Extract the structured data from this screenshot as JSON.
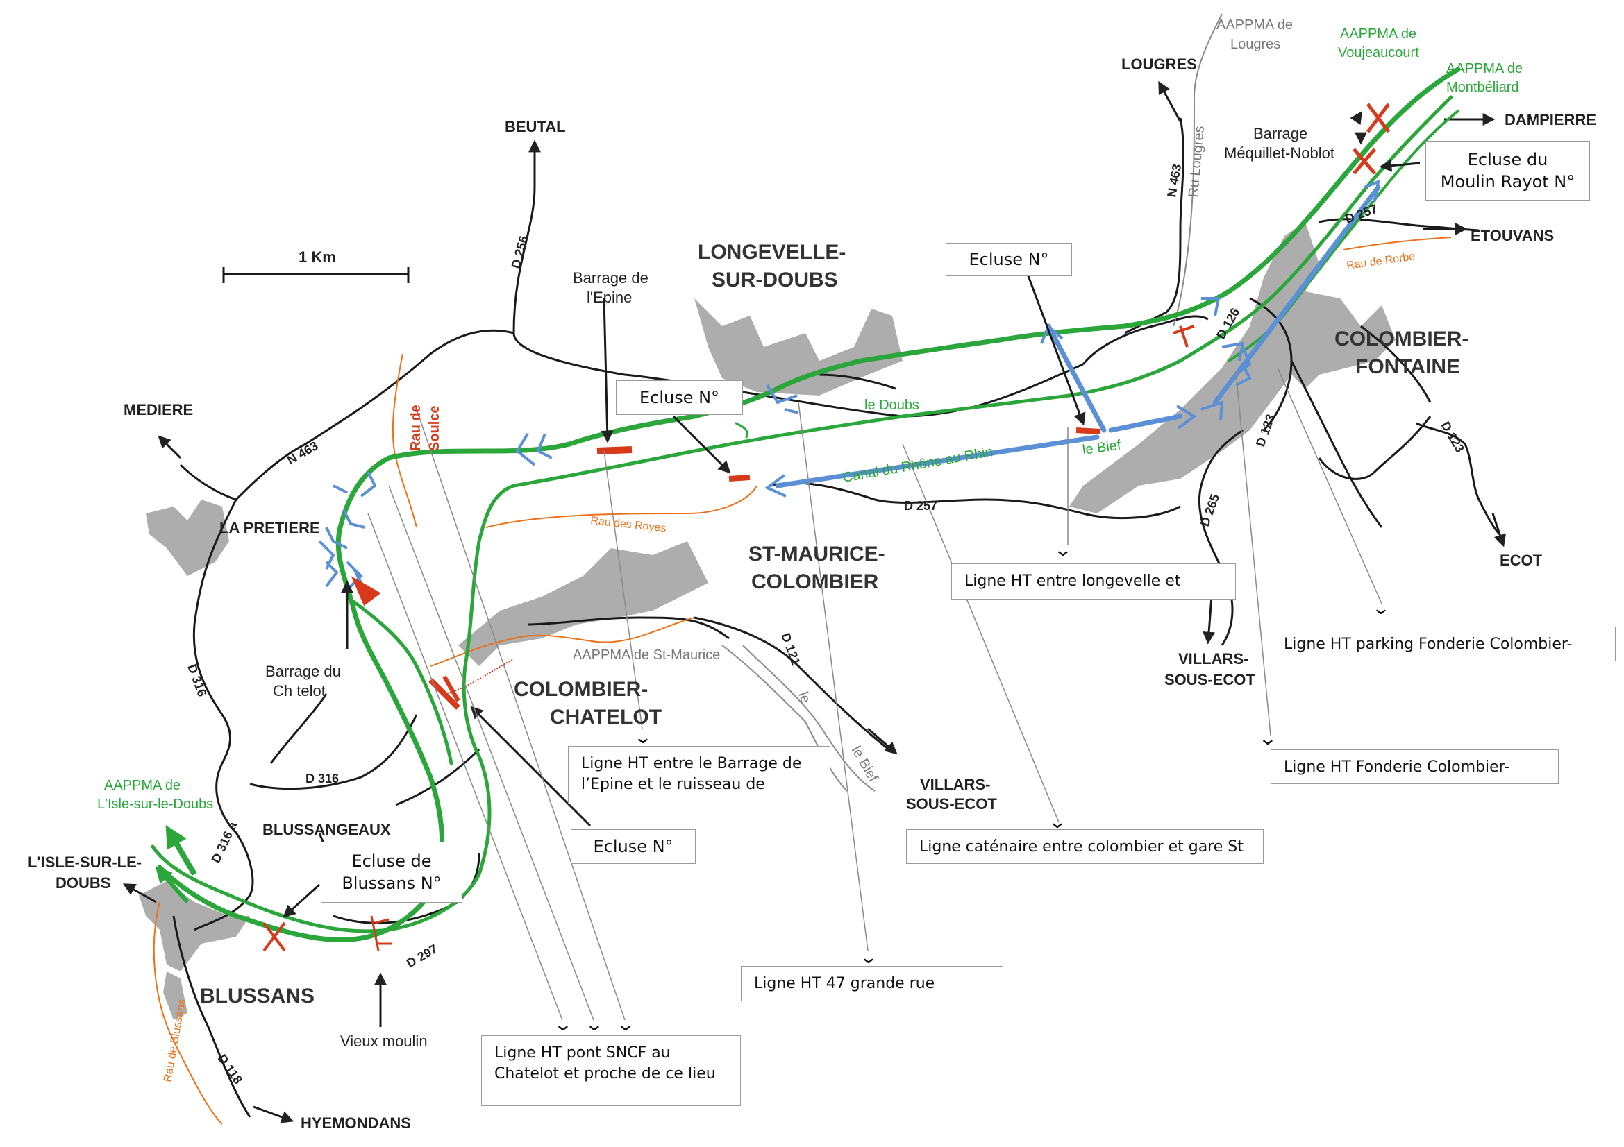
{
  "scale": {
    "label": "1 Km"
  },
  "towns": {
    "longevelle_1": "LONGEVELLE-",
    "longevelle_2": "SUR-DOUBS",
    "colombier_fontaine_1": "COLOMBIER-",
    "colombier_fontaine_2": "FONTAINE",
    "st_maurice_1": "ST-MAURICE-",
    "st_maurice_2": "COLOMBIER",
    "colombier_chatelot_1": "COLOMBIER-",
    "colombier_chatelot_2": "CHATELOT",
    "blussans": "BLUSSANS"
  },
  "directions": {
    "beutal": "BEUTAL",
    "mediere": "MEDIERE",
    "lougres": "LOUGRES",
    "dampierre": "DAMPIERRE",
    "etouvans": "ETOUVANS",
    "ecot": "ECOT",
    "villars_1_a": "VILLARS-",
    "villars_1_b": "SOUS-ECOT",
    "villars_2_a": "VILLARS-",
    "villars_2_b": "SOUS-ECOT",
    "isle_a": "L'ISLE-SUR-LE-",
    "isle_b": "DOUBS",
    "hyemondans": "HYEMONDANS",
    "blussangeaux": "BLUSSANGEAUX",
    "la_pretiere": "LA PRETIERE"
  },
  "roads": {
    "d256": "D 256",
    "n463_left": "N 463",
    "n463_right": "N 463",
    "d316_a": "D 316",
    "d316_b": "D 316",
    "d316a": "D 316 a",
    "d297": "D 297",
    "d118": "D 118",
    "d257": "D 257",
    "d257_top": "D 257",
    "d121": "D 121",
    "d123": "D 123",
    "d123_b": "D 123",
    "d265": "D 265",
    "d126": "D 126"
  },
  "features": {
    "barrage_epine_1": "Barrage de",
    "barrage_epine_2": "l'Epine",
    "barrage_chatelot_1": "Barrage du",
    "barrage_chatelot_2": "Ch telot",
    "barrage_mequillet_1": "Barrage",
    "barrage_mequillet_2": "Méquillet-Noblot",
    "vieux_moulin": "Vieux moulin",
    "le_doubs": "le Doubs",
    "canal": "Canal du Rhône au Rhin",
    "rau_soulce_1": "Rau de",
    "rau_soulce_2": "Soulce",
    "rau_des_royes": "Rau des Royes",
    "rau_de_rorbe": "Rau de Rorbe",
    "rau_de_blussans": "Rau de Blussans",
    "ru_lougres": "Ru Lougres",
    "le_bief": "le Bief",
    "le_bief_2": "le Bief",
    "st_maurice_ru": "le"
  },
  "aappma": {
    "lougres_1": "AAPPMA de",
    "lougres_2": "Lougres",
    "voujeaucourt_1": "AAPPMA de",
    "voujeaucourt_2": "Voujeaucourt",
    "montbeliard_1": "AAPPMA de",
    "montbeliard_2": "Montbéliard",
    "st_maurice": "AAPPMA de St-Maurice",
    "isle_1": "AAPPMA de",
    "isle_2": "L'Isle-sur-le-Doubs"
  },
  "boxes": {
    "ecluse_moulin_rayot_1": "Ecluse du",
    "ecluse_moulin_rayot_2": "Moulin Rayot N°",
    "ecluse_top": "Ecluse N°",
    "ecluse_mid": "Ecluse N°",
    "ecluse_bottom": "Ecluse N°",
    "ecluse_blussans_1": "Ecluse de",
    "ecluse_blussans_2": "Blussans N°",
    "ligne_longevelle": "Ligne HT entre longevelle et",
    "ligne_parking": "Ligne HT parking Fonderie Colombier-",
    "ligne_fonderie": "Ligne HT Fonderie Colombier-",
    "ligne_epine_1": "Ligne HT entre le Barrage de",
    "ligne_epine_2": "l’Epine et le ruisseau de",
    "ligne_catenaire": "Ligne caténaire entre colombier et gare St",
    "ligne_47": "Ligne HT 47 grande rue",
    "ligne_sncf_1": "Ligne HT pont SNCF au",
    "ligne_sncf_2": "Chatelot  et proche  de ce lieu"
  },
  "colors": {
    "river": "#2aa63a",
    "arrows_blue": "#5b8fd6",
    "red_marks": "#d63a1a",
    "urban_grey": "#a9a9a9",
    "stream_orange": "#e8731a"
  }
}
